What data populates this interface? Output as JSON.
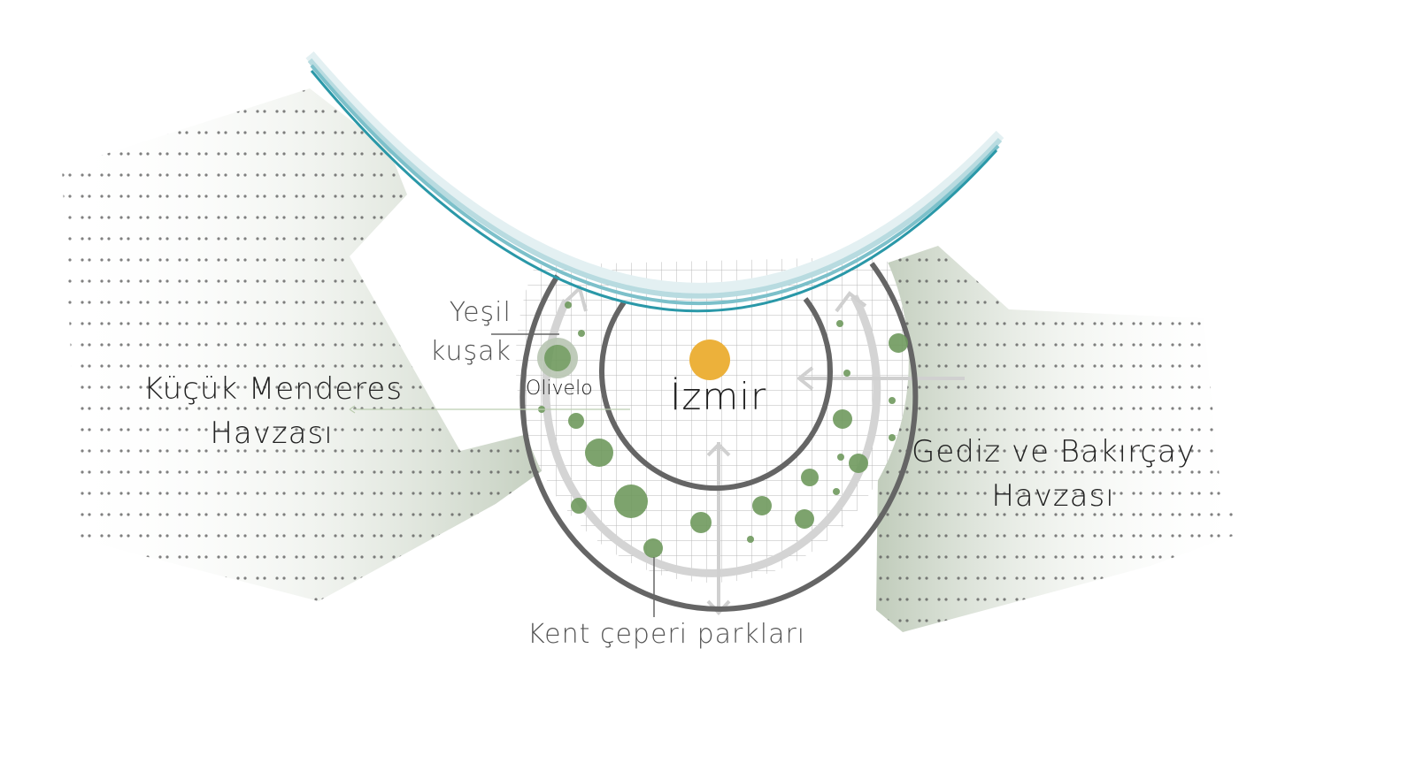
{
  "labels": {
    "green_belt_line1": "Yeşil",
    "green_belt_line2": "kuşak",
    "left_basin_line1": "Küçük Menderes",
    "left_basin_line2": "Havzası",
    "olivelo": "Olivelo",
    "city": "İzmir",
    "right_basin_line1": "Gediz ve Bakırçay",
    "right_basin_line2": "Havzası",
    "peri_urban_parks": "Kent çeperi parkları"
  },
  "colors": {
    "sea": "#2a98a8",
    "city_marker": "#ecb13b",
    "park": "#6f9a5e",
    "ring": "#656565",
    "land": "#c9d3c4"
  }
}
